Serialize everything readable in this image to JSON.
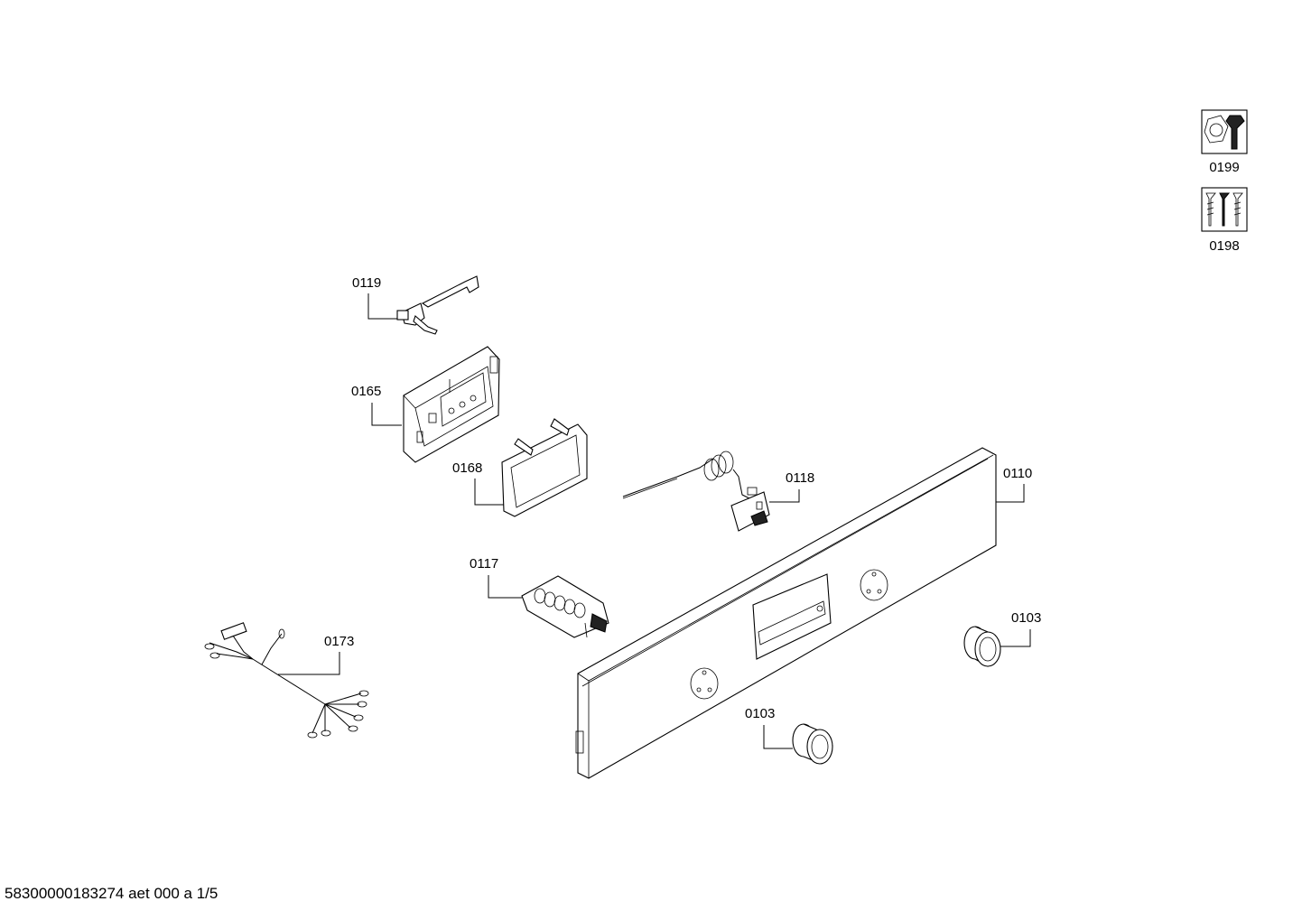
{
  "labels": {
    "p0119": "0119",
    "p0165": "0165",
    "p0168": "0168",
    "p0118": "0118",
    "p0110": "0110",
    "p0117": "0117",
    "p0103a": "0103",
    "p0103b": "0103",
    "p0173": "0173",
    "p0199": "0199",
    "p0198": "0198"
  },
  "footer": "58300000183274 aet 000 a 1/5"
}
